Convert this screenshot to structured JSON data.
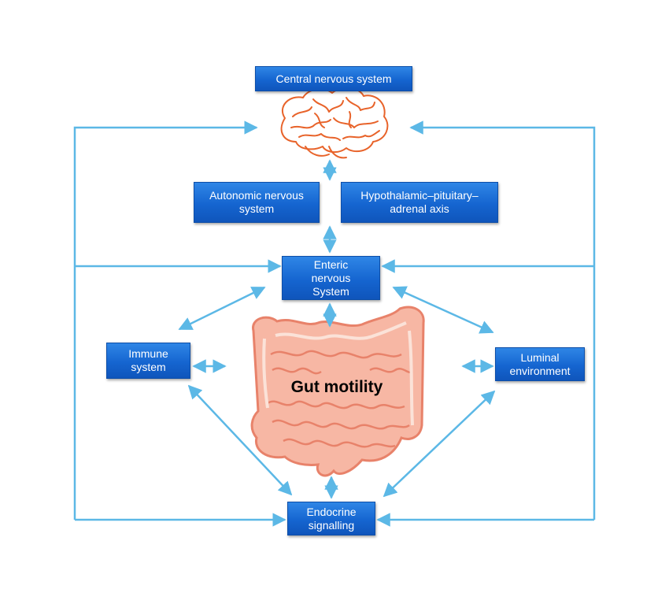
{
  "diagram": {
    "nodes": {
      "cns": "Central nervous system",
      "ans": "Autonomic nervous\nsystem",
      "hpa": "Hypothalamic–pituitary–\nadrenal axis",
      "ens": "Enteric\nnervous\nSystem",
      "immune": "Immune\nsystem",
      "luminal": "Luminal\nenvironment",
      "endocrine": "Endocrine\nsignalling"
    },
    "center_label": "Gut motility",
    "illustrations": [
      "brain-illustration",
      "intestine-illustration"
    ]
  },
  "colors": {
    "box": "#1565d0",
    "arrow": "#5cb8e6",
    "brain": "#e8632a",
    "intestine": "#f4a08a",
    "intestine_outline": "#e8826a"
  }
}
